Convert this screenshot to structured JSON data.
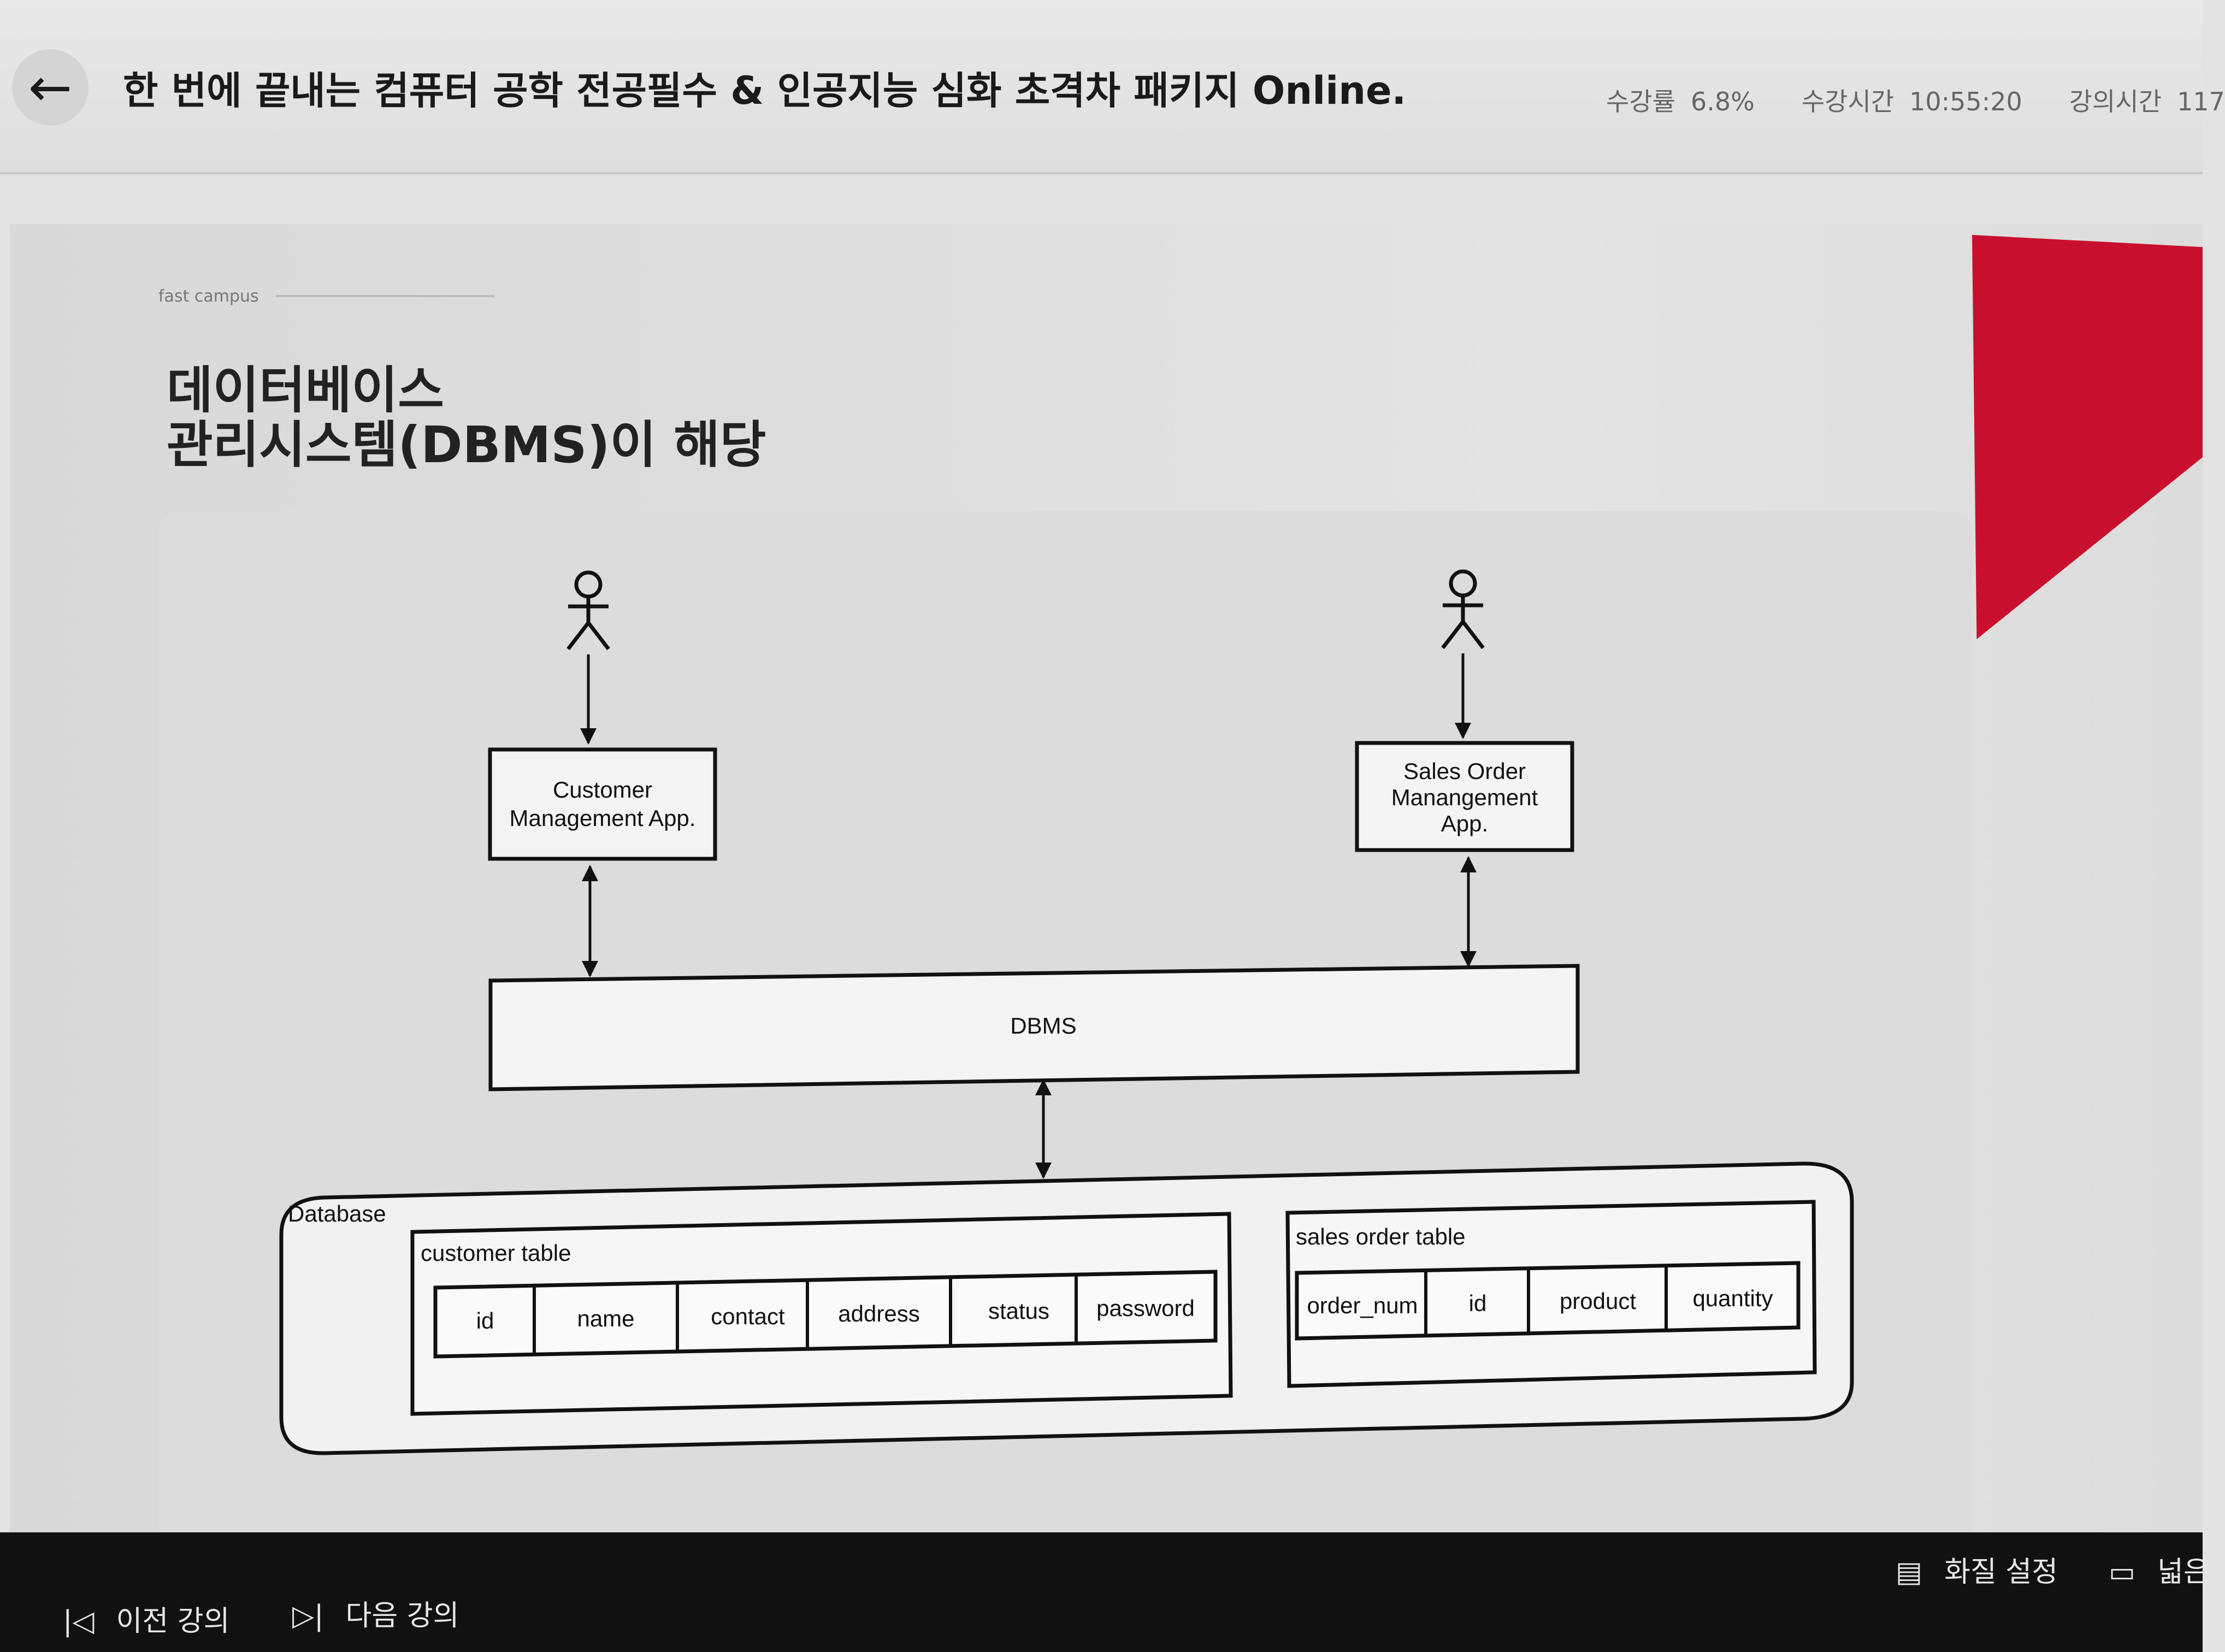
{
  "header": {
    "back_icon": "arrow-left-icon",
    "title": "한 번에 끝내는 컴퓨터 공학 전공필수 & 인공지능 심화 초격차 패키지 Online.",
    "progress_label": "수강률",
    "progress_value": "6.8%",
    "watch_time_label": "수강시간",
    "watch_time_value": "10:55:20",
    "lecture_time_label": "강의시간",
    "lecture_time_value": "117"
  },
  "slide": {
    "brand": "fast campus",
    "title_line1": "데이터베이스",
    "title_line2": "관리시스템(DBMS)이 해당",
    "diagram": {
      "app1_line1": "Customer",
      "app1_line2": "Management App.",
      "app2_line1": "Sales Order",
      "app2_line2": "Manangement",
      "app2_line3": "App.",
      "dbms": "DBMS",
      "database_label": "Database",
      "customer_table_label": "customer table",
      "customer_columns": [
        "id",
        "name",
        "contact",
        "address",
        "status",
        "password"
      ],
      "sales_table_label": "sales order table",
      "sales_columns": [
        "order_num",
        "id",
        "product",
        "quantity"
      ]
    }
  },
  "footer": {
    "prev_label": "이전 강의",
    "next_label": "다음 강의",
    "quality_label": "화질 설정",
    "wide_label": "넓은"
  }
}
